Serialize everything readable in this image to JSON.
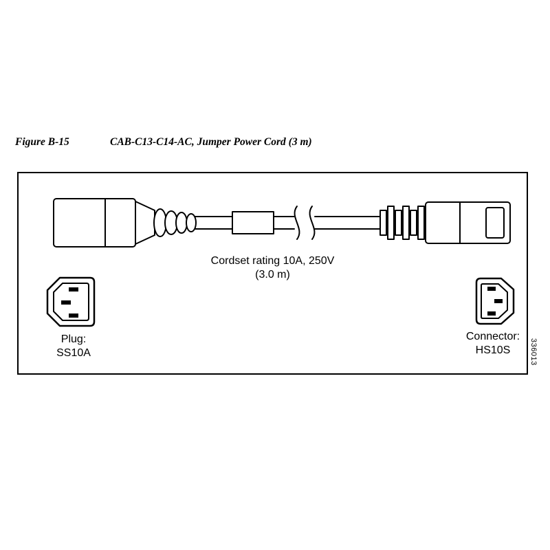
{
  "figure": {
    "label": "Figure B-15",
    "title": "CAB-C13-C14-AC, Jumper Power Cord (3 m)"
  },
  "diagram": {
    "rating_line1": "Cordset rating 10A, 250V",
    "rating_line2": "(3.0 m)",
    "plug_label_line1": "Plug:",
    "plug_label_line2": "SS10A",
    "connector_label_line1": "Connector:",
    "connector_label_line2": "HS10S",
    "part_number": "336013"
  },
  "colors": {
    "ink": "#000000",
    "background": "#ffffff"
  }
}
